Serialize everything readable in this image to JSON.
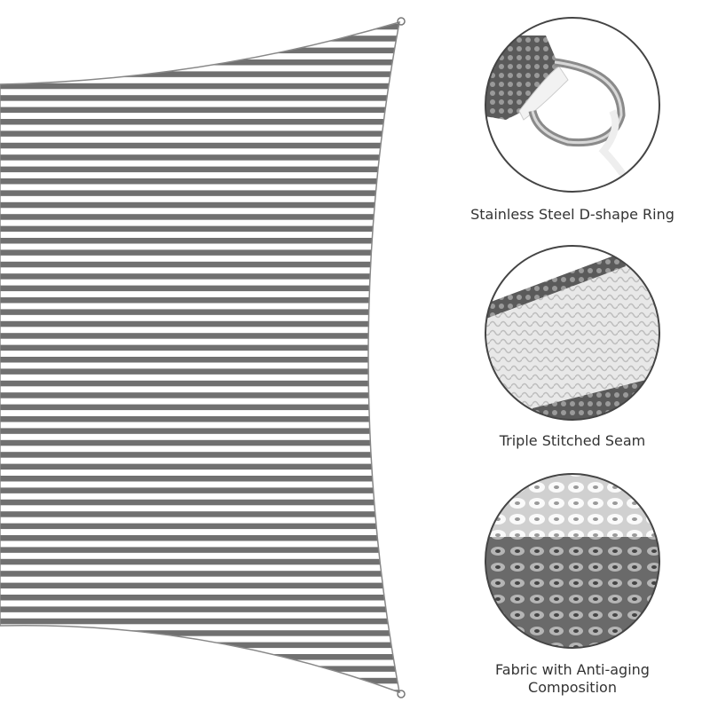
{
  "colors": {
    "stripe_dark": "#707070",
    "stripe_light": "#ffffff",
    "circle_border": "#444444",
    "text": "#333333"
  },
  "features": [
    {
      "label": "Stainless Steel D-shape Ring",
      "icon": "d-ring-detail"
    },
    {
      "label": "Triple Stitched Seam",
      "icon": "seam-detail"
    },
    {
      "label": "Fabric with Anti-aging Composition",
      "label_line1": "Fabric with Anti-aging",
      "label_line2": "Composition",
      "icon": "fabric-detail"
    }
  ]
}
